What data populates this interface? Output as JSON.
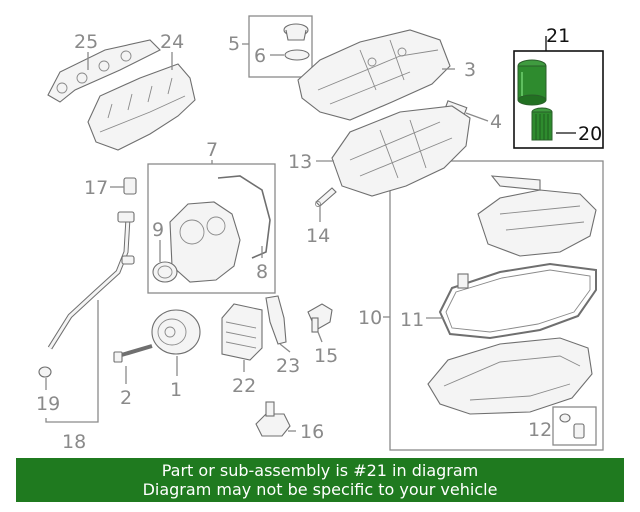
{
  "parts": [
    {
      "id": "p1",
      "label": "1"
    },
    {
      "id": "p2",
      "label": "2"
    },
    {
      "id": "p3",
      "label": "3"
    },
    {
      "id": "p4",
      "label": "4"
    },
    {
      "id": "p5",
      "label": "5"
    },
    {
      "id": "p6",
      "label": "6"
    },
    {
      "id": "p7",
      "label": "7"
    },
    {
      "id": "p8",
      "label": "8"
    },
    {
      "id": "p9",
      "label": "9"
    },
    {
      "id": "p10",
      "label": "10"
    },
    {
      "id": "p11",
      "label": "11"
    },
    {
      "id": "p12",
      "label": "12"
    },
    {
      "id": "p13",
      "label": "13"
    },
    {
      "id": "p14",
      "label": "14"
    },
    {
      "id": "p15",
      "label": "15"
    },
    {
      "id": "p16",
      "label": "16"
    },
    {
      "id": "p17",
      "label": "17"
    },
    {
      "id": "p18",
      "label": "18"
    },
    {
      "id": "p19",
      "label": "19"
    },
    {
      "id": "p20",
      "label": "20"
    },
    {
      "id": "p21",
      "label": "21"
    },
    {
      "id": "p22",
      "label": "22"
    },
    {
      "id": "p23",
      "label": "23"
    },
    {
      "id": "p24",
      "label": "24"
    },
    {
      "id": "p25",
      "label": "25"
    }
  ],
  "highlight": {
    "part": "21",
    "color": "#2e8b2e"
  },
  "banner": {
    "line1": "Part or sub-assembly is #21 in diagram",
    "line2": "Diagram may not be specific to your vehicle",
    "background": "#1f7a1f"
  }
}
